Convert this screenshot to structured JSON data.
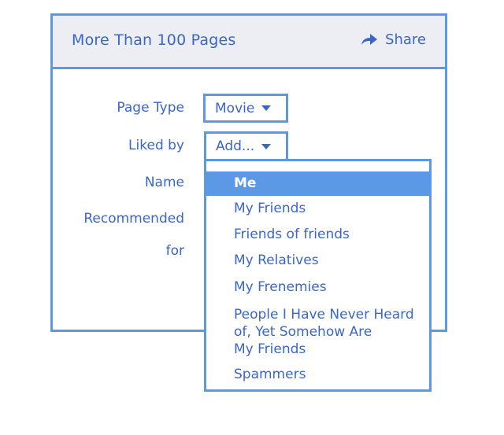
{
  "panel": {
    "title": "More Than 100 Pages",
    "share": {
      "label": "Share",
      "icon": "share-arrow-icon"
    }
  },
  "form": {
    "page_type": {
      "label": "Page Type",
      "value": "Movie"
    },
    "liked_by": {
      "label": "Liked by",
      "value": "Add..."
    },
    "name": {
      "label": "Name"
    },
    "recommended_for": {
      "label_line1": "Recommended",
      "label_line2": "for"
    }
  },
  "dropdown": {
    "selected": "Me",
    "items": [
      "Me",
      "My Friends",
      "Friends of friends",
      "My Relatives",
      "My Frenemies",
      "People I Have Never Heard of, Yet Somehow Are My Friends",
      "Spammers"
    ],
    "item6_lines": [
      "People I Have Never Heard",
      "of, Yet Somehow Are",
      "My Friends"
    ]
  },
  "colors": {
    "accent": "#5b98e6",
    "text": "#3a66c8",
    "header_bg": "#eceef4",
    "selected_text": "#ffffff"
  }
}
